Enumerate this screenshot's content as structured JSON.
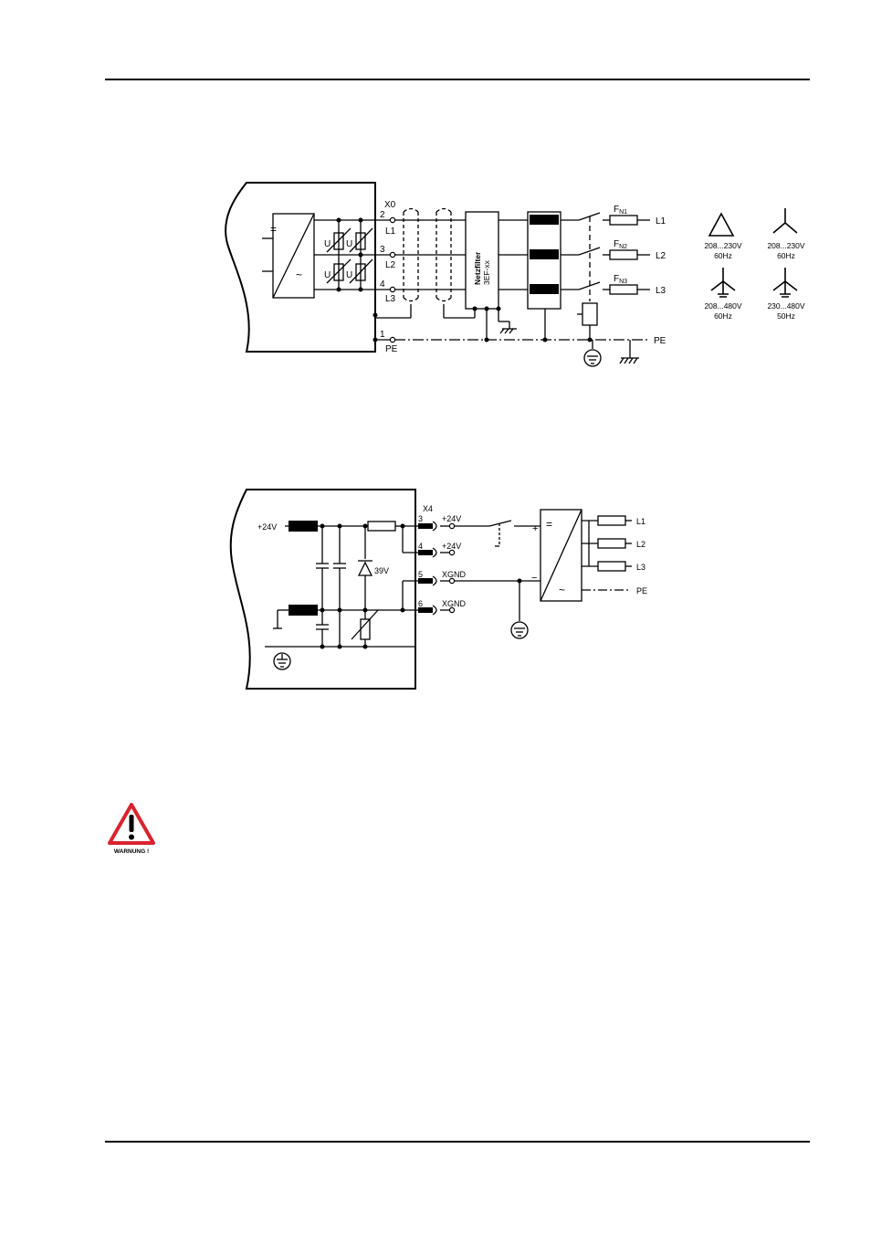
{
  "diagram1": {
    "connector": "X0",
    "pins": [
      {
        "num": "2",
        "label": "L1"
      },
      {
        "num": "3",
        "label": "L2"
      },
      {
        "num": "4",
        "label": "L3"
      },
      {
        "num": "1",
        "label": "PE"
      }
    ],
    "converter_symbols": [
      "=",
      "~"
    ],
    "varistor_label": "U",
    "filter_label_1": "Netzfilter",
    "filter_label_2": "3EF-xx",
    "fuses": [
      {
        "name": "F",
        "sub": "N1",
        "line": "L1"
      },
      {
        "name": "F",
        "sub": "N2",
        "line": "L2"
      },
      {
        "name": "F",
        "sub": "N3",
        "line": "L3"
      }
    ],
    "pe_label": "PE",
    "networks": [
      {
        "type": "delta",
        "voltage": "208...230V",
        "freq": "60Hz"
      },
      {
        "type": "star",
        "voltage": "208...230V",
        "freq": "60Hz"
      },
      {
        "type": "star-grounded",
        "voltage": "208...480V",
        "freq": "60Hz"
      },
      {
        "type": "star-grounded",
        "voltage": "230...480V",
        "freq": "50Hz"
      }
    ]
  },
  "diagram2": {
    "connector": "X4",
    "supply_label": "+24V",
    "zener_label": "39V",
    "pins": [
      {
        "num": "3",
        "label": "+24V"
      },
      {
        "num": "4",
        "label": "+24V"
      },
      {
        "num": "5",
        "label": "XGND"
      },
      {
        "num": "6",
        "label": "XGND"
      }
    ],
    "psu_plus": "+",
    "psu_minus": "−",
    "psu_symbols": [
      "=",
      "~"
    ],
    "outputs": [
      "L1",
      "L2",
      "L3",
      "PE"
    ]
  },
  "warning": {
    "label": "WARNUNG !",
    "colors": {
      "triangle": "#d9232e",
      "fill": "#ffffff"
    }
  }
}
